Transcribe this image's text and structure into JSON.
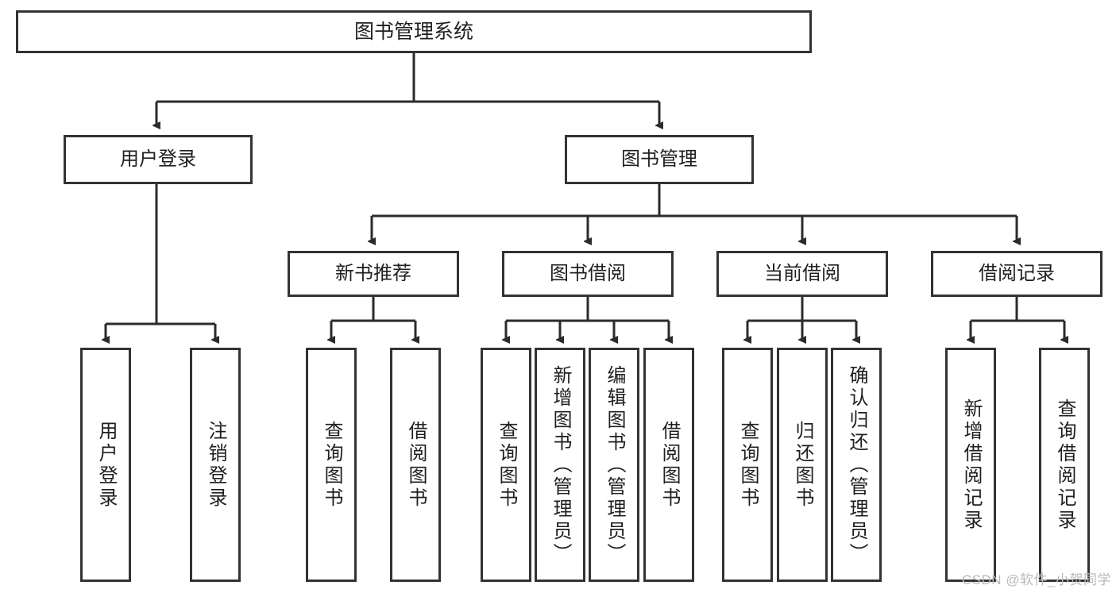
{
  "diagram": {
    "title": "图书管理系统",
    "type": "tree-hierarchy",
    "watermark": "CSDN @软件_小贺同学",
    "style": {
      "box_border_color": "#333333",
      "box_fill_color": "#ffffff",
      "line_color": "#2b2b2b",
      "text_color": "#1f1f1f",
      "background": "#ffffff",
      "watermark_color": "#b9b9b9"
    },
    "root": {
      "label": "图书管理系统"
    },
    "level2": [
      {
        "label": "用户登录"
      },
      {
        "label": "图书管理"
      }
    ],
    "level3": [
      {
        "label": "新书推荐"
      },
      {
        "label": "图书借阅"
      },
      {
        "label": "当前借阅"
      },
      {
        "label": "借阅记录"
      }
    ],
    "leaves": {
      "user_login": [
        {
          "label": "用户登录"
        },
        {
          "label": "注销登录"
        }
      ],
      "new_book_recommend": [
        {
          "label": "查询图书"
        },
        {
          "label": "借阅图书"
        }
      ],
      "book_borrow": [
        {
          "label": "查询图书"
        },
        {
          "label": "新增图书（管理员）"
        },
        {
          "label": "编辑图书（管理员）"
        },
        {
          "label": "借阅图书"
        }
      ],
      "current_borrow": [
        {
          "label": "查询图书"
        },
        {
          "label": "归还图书"
        },
        {
          "label": "确认归还（管理员）"
        }
      ],
      "borrow_records": [
        {
          "label": "新增借阅记录"
        },
        {
          "label": "查询借阅记录"
        }
      ]
    }
  }
}
